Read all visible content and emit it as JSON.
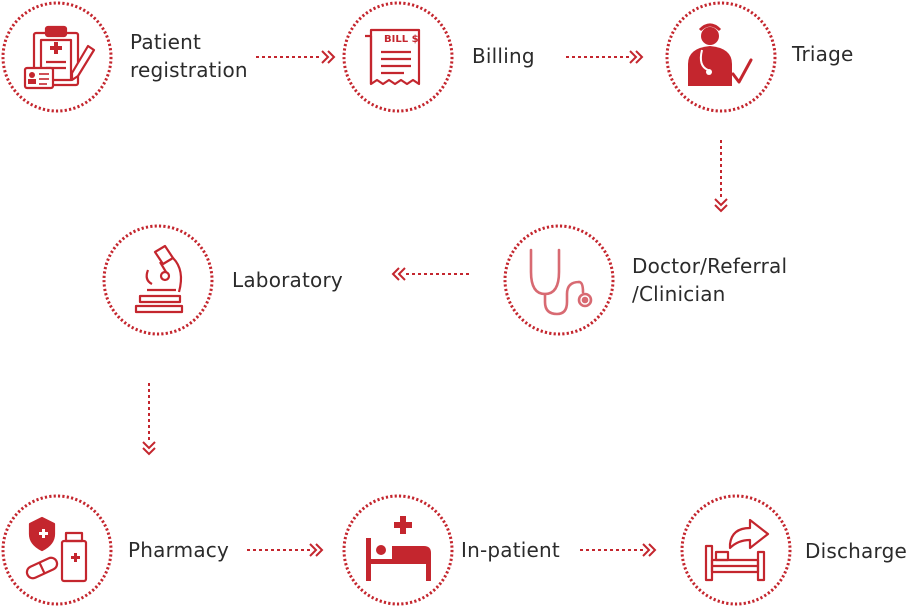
{
  "colors": {
    "accent": "#c4262e",
    "text": "#2b2b2b",
    "light_accent": "#d86a72"
  },
  "steps": [
    {
      "id": "patient-registration",
      "lines": [
        "Patient",
        "registration"
      ],
      "icon": "clipboard-registration-icon"
    },
    {
      "id": "billing",
      "lines": [
        "Billing"
      ],
      "icon": "bill-receipt-icon"
    },
    {
      "id": "triage",
      "lines": [
        "Triage"
      ],
      "icon": "nurse-stethoscope-icon"
    },
    {
      "id": "doctor-referral-clinician",
      "lines": [
        "Doctor/Referral",
        "/Clinician"
      ],
      "icon": "stethoscope-icon"
    },
    {
      "id": "laboratory",
      "lines": [
        "Laboratory"
      ],
      "icon": "microscope-icon"
    },
    {
      "id": "pharmacy",
      "lines": [
        "Pharmacy"
      ],
      "icon": "medicine-bottle-pills-icon"
    },
    {
      "id": "in-patient",
      "lines": [
        "In-patient"
      ],
      "icon": "hospital-bed-icon"
    },
    {
      "id": "discharge",
      "lines": [
        "Discharge"
      ],
      "icon": "bed-exit-arrow-icon"
    }
  ]
}
